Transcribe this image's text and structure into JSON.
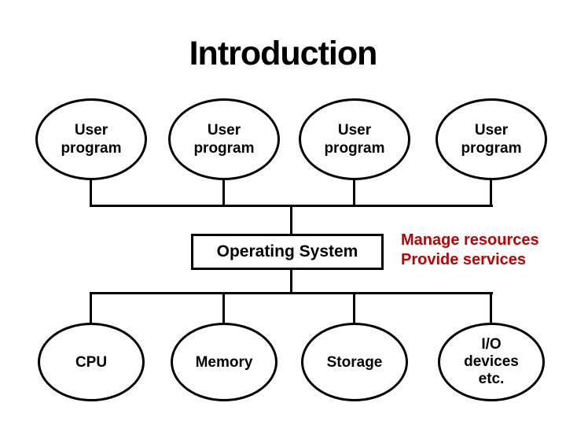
{
  "title": "Introduction",
  "colors": {
    "background": "#FFFFFF",
    "line": "#000000",
    "text": "#000000",
    "annotation_red": "#C00000"
  },
  "top_row": [
    {
      "label": "User program"
    },
    {
      "label": "User program"
    },
    {
      "label": "User program"
    },
    {
      "label": "User program"
    }
  ],
  "os_box": {
    "label": "Operating System"
  },
  "annotation": {
    "lines": [
      "Manage resources",
      "Provide services"
    ]
  },
  "bottom_row": [
    {
      "label": "CPU"
    },
    {
      "label": "Memory"
    },
    {
      "label": "Storage"
    },
    {
      "label": "I/O devices etc."
    }
  ]
}
